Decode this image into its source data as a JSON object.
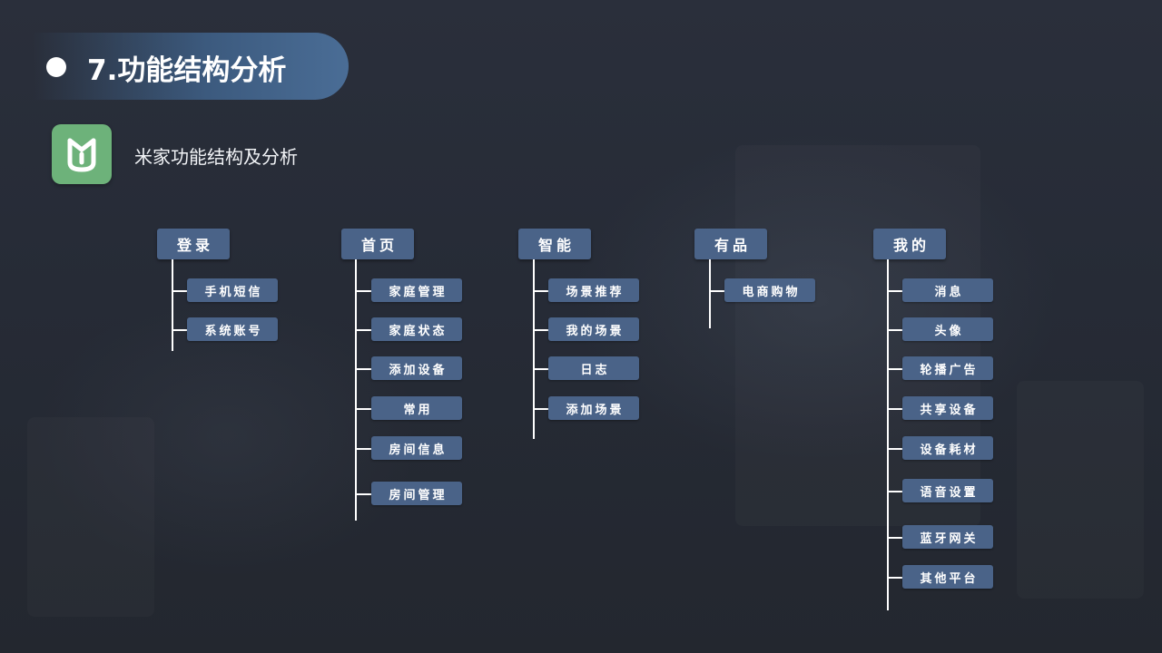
{
  "header": {
    "title": "7.功能结构分析",
    "subtitle": "米家功能结构及分析"
  },
  "colors": {
    "background": "#262b36",
    "node": "#4a6388",
    "title_pill": "#4a6d96",
    "app_icon": "#6db27a",
    "connector": "#ffffff"
  },
  "icons": {
    "title_bullet": "white-dot",
    "app_logo": "mijia-logo-icon"
  },
  "tree": [
    {
      "label": "登录",
      "children": [
        "手机短信",
        "系统账号"
      ]
    },
    {
      "label": "首页",
      "children": [
        "家庭管理",
        "家庭状态",
        "添加设备",
        "常用",
        "房间信息",
        "房间管理"
      ]
    },
    {
      "label": "智能",
      "children": [
        "场景推荐",
        "我的场景",
        "日志",
        "添加场景"
      ]
    },
    {
      "label": "有品",
      "children": [
        "电商购物"
      ]
    },
    {
      "label": "我的",
      "children": [
        "消息",
        "头像",
        "轮播广告",
        "共享设备",
        "设备耗材",
        "语音设置",
        "蓝牙网关",
        "其他平台"
      ]
    }
  ]
}
